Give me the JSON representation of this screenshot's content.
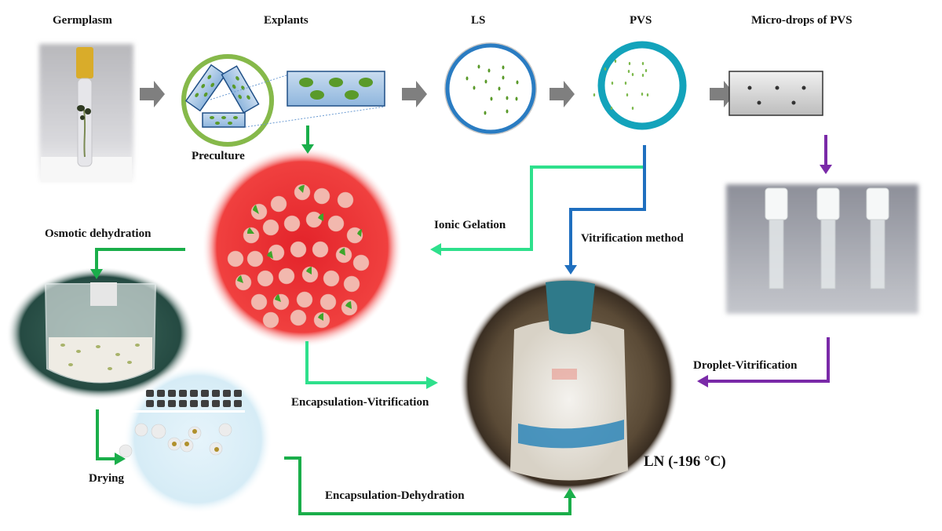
{
  "stages": {
    "germplasm": "Germplasm",
    "explants": "Explants",
    "ls": "LS",
    "pvs": "PVS",
    "micro_drops": "Micro-drops of PVS",
    "preculture": "Preculture"
  },
  "methods": {
    "ionic_gelation": "Ionic Gelation",
    "vitrification_method": "Vitrification method",
    "osmotic_dehydration": "Osmotic dehydration",
    "drying": "Drying",
    "encapsulation_vitrification": "Encapsulation-Vitrification",
    "encapsulation_dehydration": "Encapsulation-Dehydration",
    "droplet_vitrification": "Droplet-Vitrification"
  },
  "storage": {
    "ln_label": "LN (-196 °C)"
  },
  "colors": {
    "gray_arrow": "#7f7f7f",
    "green_arrow": "#1aae4a",
    "light_green_arrow": "#2ee08c",
    "blue_arrow": "#1f6fbf",
    "purple_arrow": "#7a2aa8",
    "preculture_ring": "#86b94a",
    "ls_ring": "#2a7cc2",
    "pvs_ring": "#13a3bb",
    "explant_green": "#5a9a2a"
  }
}
